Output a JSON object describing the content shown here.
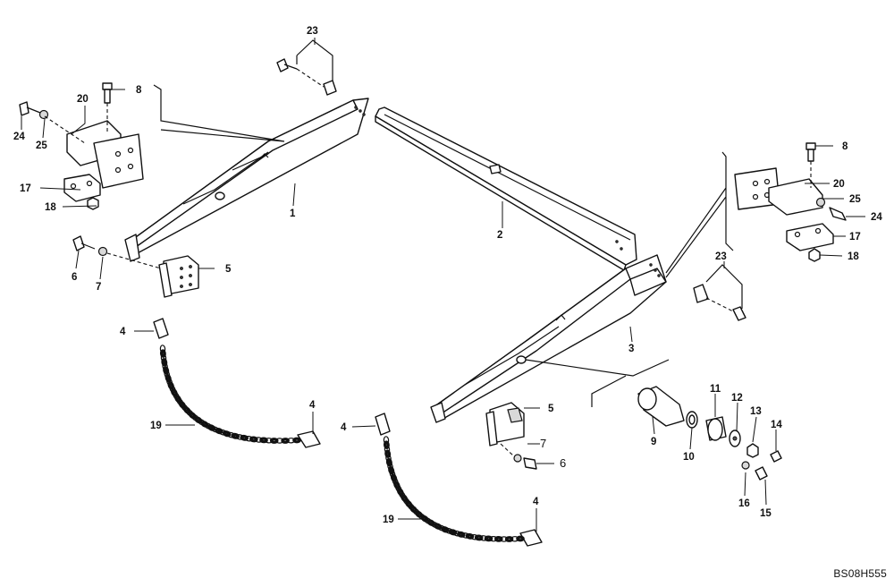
{
  "drawing_code": "BS08H555",
  "callouts": {
    "c1": "1",
    "c2": "2",
    "c3": "3",
    "c4a": "4",
    "c4b": "4",
    "c4c": "4",
    "c4d": "4",
    "c5a": "5",
    "c5b": "5",
    "c6a": "6",
    "c6b": "6",
    "c7a": "7",
    "c7b": "7",
    "c8a": "8",
    "c8b": "8",
    "c9": "9",
    "c10": "10",
    "c11": "11",
    "c12": "12",
    "c13": "13",
    "c14": "14",
    "c15": "15",
    "c16": "16",
    "c17a": "17",
    "c17b": "17",
    "c18a": "18",
    "c18b": "18",
    "c19a": "19",
    "c19b": "19",
    "c20a": "20",
    "c20b": "20",
    "c23a": "23",
    "c23b": "23",
    "c24a": "24",
    "c24b": "24",
    "c25a": "25",
    "c25b": "25"
  }
}
